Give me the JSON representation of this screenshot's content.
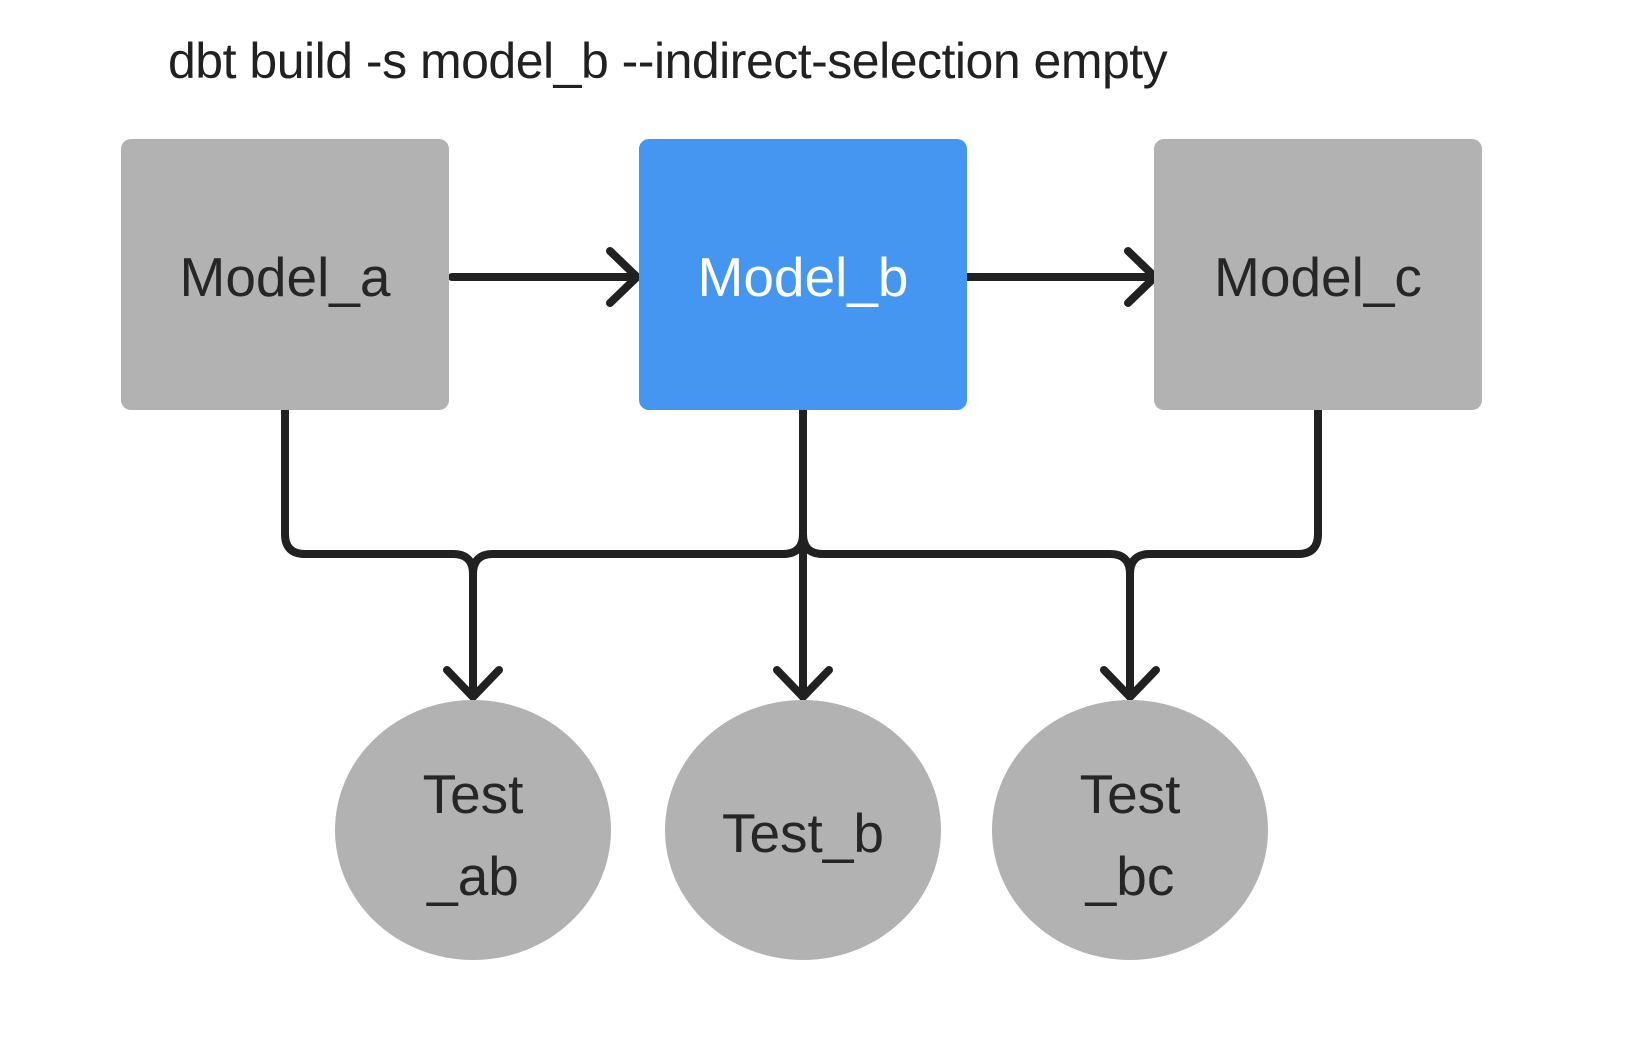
{
  "title": "dbt build -s model_b --indirect-selection empty",
  "colors": {
    "background": "#ffffff",
    "node_gray": "#b2b2b2",
    "node_selected_blue": "#4496f0",
    "ink": "#212121",
    "label_dark": "#262626",
    "label_light": "#ffffff"
  },
  "nodes": {
    "model_a": {
      "label": "Model_a"
    },
    "model_b": {
      "label": "Model_b"
    },
    "model_c": {
      "label": "Model_c"
    },
    "test_ab": {
      "line1": "Test",
      "line2": "_ab"
    },
    "test_b": {
      "label": "Test_b"
    },
    "test_bc": {
      "line1": "Test",
      "line2": "_bc"
    }
  }
}
